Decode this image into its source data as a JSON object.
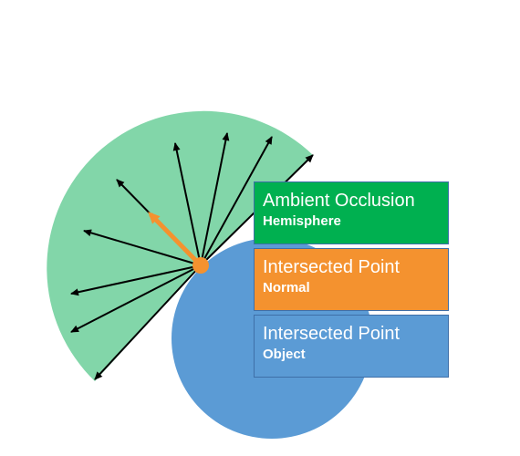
{
  "colors": {
    "hemisphere": "#82d6a9",
    "object": "#5b9bd5",
    "normal": "#f4922f",
    "ray": "#000000",
    "ao_label_bg": "#00b050",
    "normal_label_bg": "#f4922f",
    "object_label_bg": "#5b9bd5"
  },
  "legend": [
    {
      "id": "ao",
      "title": "Ambient Occlusion",
      "subtitle": "Hemisphere",
      "color": "#00b050"
    },
    {
      "id": "normal",
      "title": "Intersected Point",
      "subtitle": "Normal",
      "color": "#f4922f"
    },
    {
      "id": "object",
      "title": "Intersected Point",
      "subtitle": "Object",
      "color": "#5b9bd5"
    }
  ],
  "icons": {
    "rays": "arrow-icon",
    "normal": "arrow-icon",
    "point": "dot-icon"
  }
}
